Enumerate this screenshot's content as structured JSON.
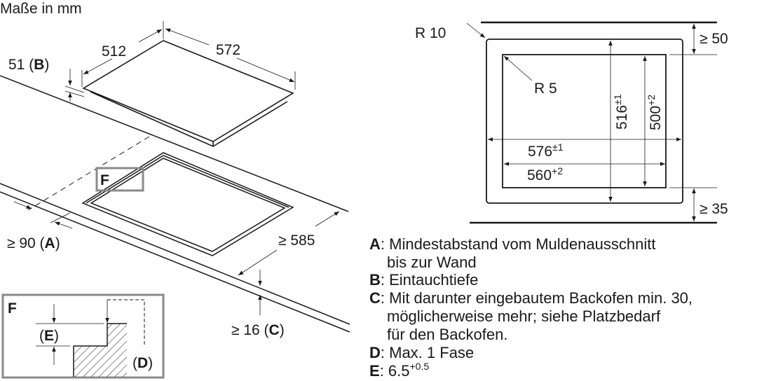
{
  "title": "Maße in mm",
  "hob": {
    "depth": "512",
    "width": "572",
    "immersion": "51",
    "immersion_letter": "B",
    "detail_marker": "F"
  },
  "cutout_dims": {
    "wall_distance": "≥ 90",
    "wall_letter": "A",
    "min_depth": "≥ 585",
    "countertop_thickness": "≥ 16",
    "countertop_letter": "C"
  },
  "detail": {
    "label": "F",
    "e_letter": "E",
    "d_letter": "D"
  },
  "plan": {
    "outer_radius": "R 10",
    "inner_radius": "R 5",
    "outer_height": "516",
    "outer_height_tol": "±1",
    "inner_height": "500",
    "inner_height_tol": "+2",
    "outer_width": "576",
    "outer_width_tol": "±1",
    "inner_width": "560",
    "inner_width_tol": "+2",
    "top_clearance": "≥ 50",
    "bottom_clearance": "≥ 35"
  },
  "legend": [
    {
      "letter": "A",
      "text": ": Mindestabstand vom Muldenausschnitt",
      "cont": [
        "bis zur Wand"
      ]
    },
    {
      "letter": "B",
      "text": ": Eintauchtiefe",
      "cont": []
    },
    {
      "letter": "C",
      "text": ": Mit darunter eingebautem Backofen min. 30,",
      "cont": [
        "möglicherweise mehr; siehe Platzbedarf",
        "für den Backofen."
      ]
    },
    {
      "letter": "D",
      "text": ": Max. 1 Fase",
      "cont": []
    },
    {
      "letter": "E",
      "text": ": 6.5",
      "sup": "+0.5",
      "cont": []
    }
  ]
}
